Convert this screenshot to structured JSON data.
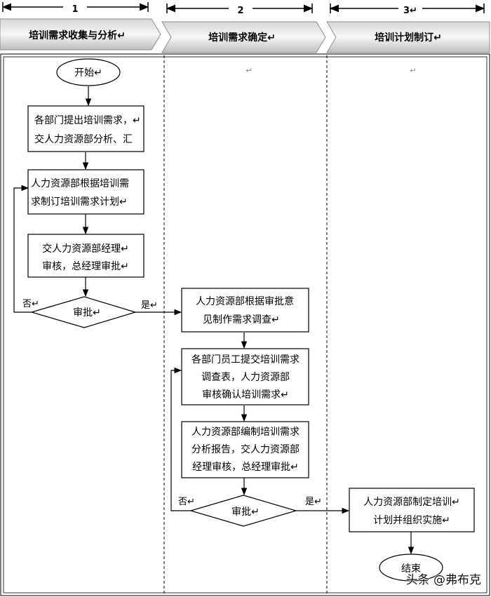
{
  "lanes": [
    {
      "number": "1",
      "title": "培训需求收集与分析↵"
    },
    {
      "number": "2",
      "title": "培训需求确定↵"
    },
    {
      "number": "3↵",
      "title": "培训计划制订↵"
    }
  ],
  "lane_marks": {
    "lane2": "↵",
    "lane3": "↵"
  },
  "nodes": {
    "start": "开始↵",
    "collect": [
      "各部门提出培训需求，↵",
      "交人力资源部分析、汇"
    ],
    "plan": [
      "人力资源部根据培训需",
      "求制订培训需求计划↵"
    ],
    "submit_review": [
      "交人力资源部经理↵",
      "审核，总经理审批↵"
    ],
    "approve1": "审批↵",
    "survey": [
      "人力资源部根据审批意",
      "见制作需求调查↵"
    ],
    "submit_survey": [
      "各部门员工提交培训需求",
      "调查表，人力资源部",
      "审核确认培训需求↵"
    ],
    "report": [
      "人力资源部编制培训需求",
      "分析报告，交人力资源部",
      "经理审核，总经理审批↵"
    ],
    "approve2": "审批↵",
    "implement": [
      "人力资源部制定培训↵",
      "计划并组织实施↵"
    ],
    "end": "结束"
  },
  "labels": {
    "no1": "否↵",
    "yes1": "是↵",
    "no2": "否↵",
    "yes2": "是↵"
  },
  "watermark": "头条 @弗布克"
}
